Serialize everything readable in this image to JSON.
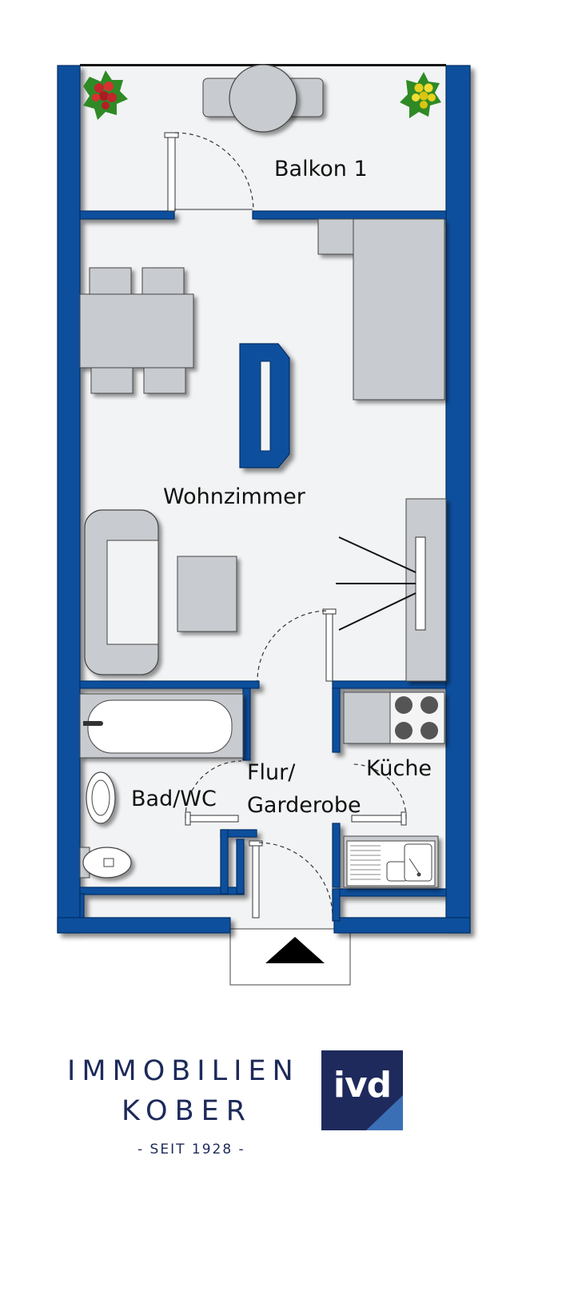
{
  "rooms": {
    "balcony": "Balkon 1",
    "living": "Wohnzimmer",
    "bath": "Bad/WC",
    "hall_line1": "Flur/",
    "hall_line2": "Garderobe",
    "kitchen": "Küche"
  },
  "brand": {
    "line1": "IMMOBILIEN",
    "line2": "KOBER",
    "since": "- SEIT 1928 -",
    "association_logo": "ivd"
  },
  "colors": {
    "wall": "#0b4f9c",
    "floor": "#f2f3f4",
    "furniture": "#c8cbcf",
    "brand_navy": "#1d2a5a"
  },
  "icons": {
    "entrance": "entrance-arrow-icon",
    "plants": "flower-icon"
  }
}
